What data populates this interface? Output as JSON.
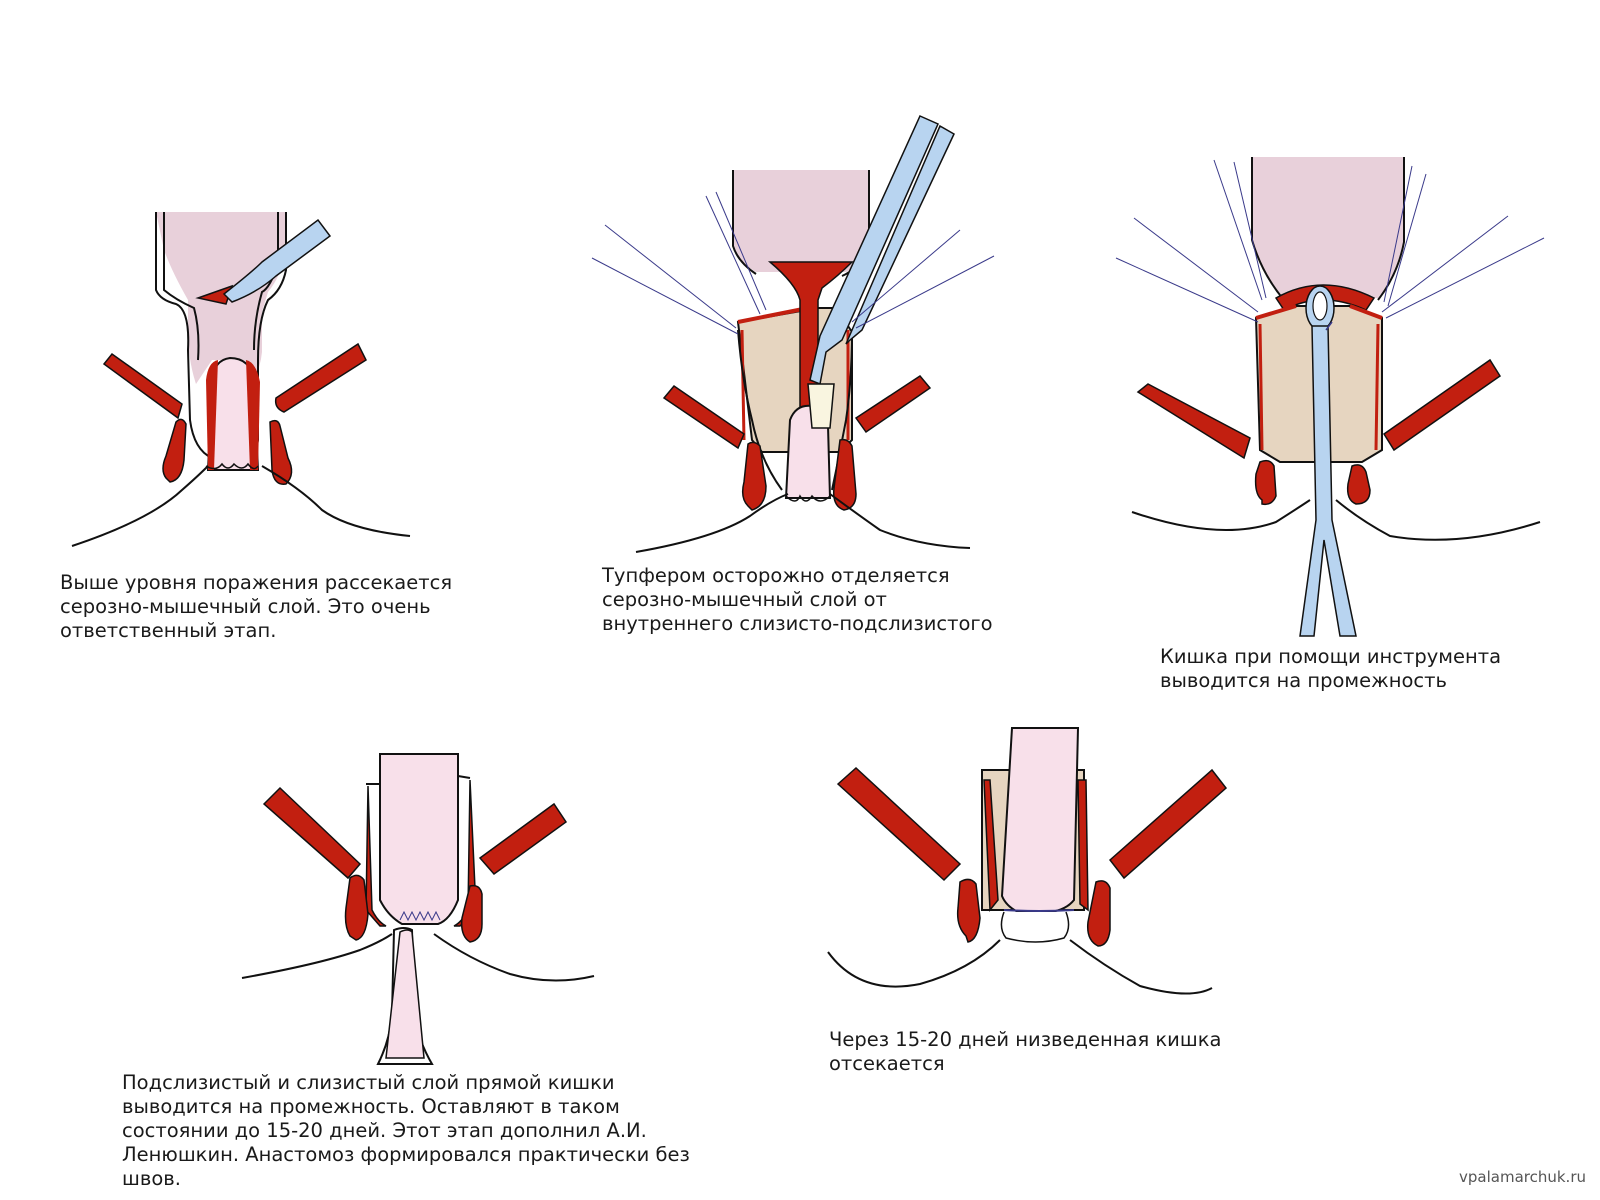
{
  "colors": {
    "muscle": "#c21f10",
    "mucosa_outer": "#f8e0ea",
    "mucosa_inner": "#f7dde8",
    "bowel_upper": "#e8d0da",
    "submucosa": "#e6d5c0",
    "instrument": "#b8d4f0",
    "outline": "#111111",
    "thread": "#3a3a8a"
  },
  "steps": [
    {
      "caption": [
        "Выше уровня поражения рассекается",
        "серозно-мышечный слой. Это очень",
        "ответственный этап."
      ]
    },
    {
      "caption": [
        "Тупфером осторожно отделяется",
        "серозно-мышечный слой от",
        "внутреннего слизисто-подслизистого"
      ]
    },
    {
      "caption": [
        "Кишка при помощи инструмента",
        "выводится на промежность"
      ]
    },
    {
      "caption": [
        "Подслизистый и слизистый слой прямой кишки",
        "выводится на промежность.  Оставляют в таком",
        "состоянии до 15-20 дней. Этот этап дополнил А.И.",
        "Ленюшкин. Анастомоз формировался практически без",
        "швов."
      ]
    },
    {
      "caption": [
        "Через 15-20 дней низведенная кишка",
        "отсекается"
      ]
    }
  ],
  "watermark": "vpalamarchuk.ru"
}
